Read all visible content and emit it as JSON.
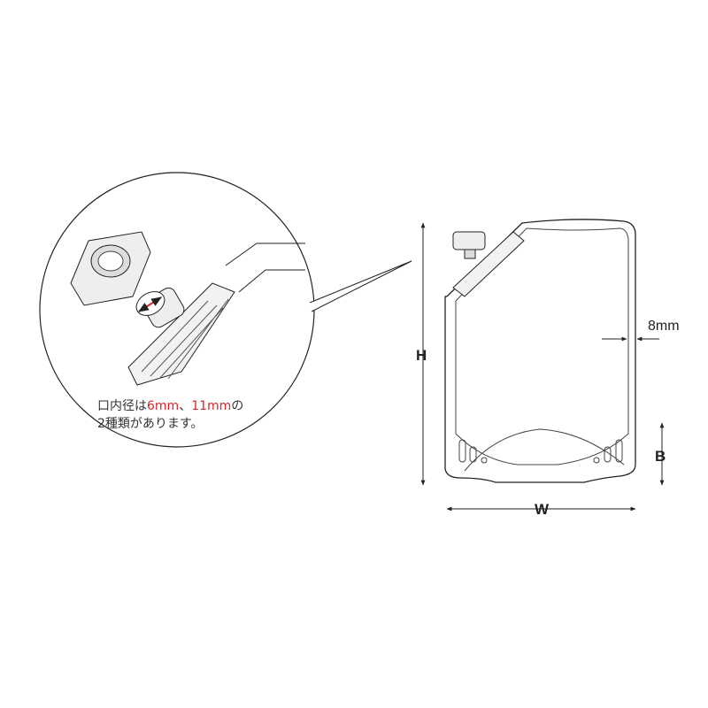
{
  "labels": {
    "height": "H",
    "width": "W",
    "bottom": "B",
    "seal_width": "8mm"
  },
  "note": {
    "prefix": "口内径は",
    "size1": "6mm",
    "sep": "、",
    "size2": "11mm",
    "suffix": "の",
    "line2": "2種類があります。"
  },
  "colors": {
    "accent": "#d8262c",
    "line": "#222222"
  }
}
